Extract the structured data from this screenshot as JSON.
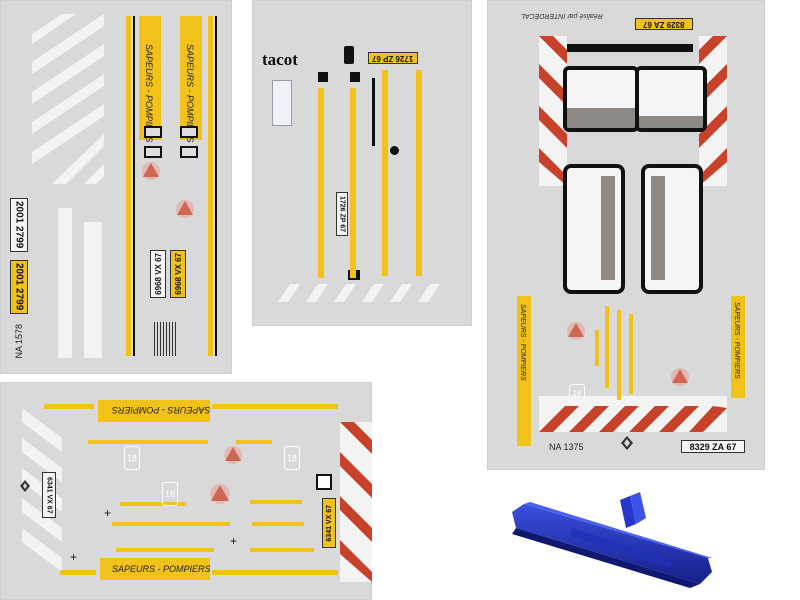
{
  "sheet_a": {
    "plate_top": "2001 2799",
    "plate_bottom": "2001 2799",
    "banner_left": "SAPEURS - POMPIERS",
    "banner_right": "SAPEURS - POMPIERS",
    "plate_vertical": "6968 VX 67",
    "catalog": "NA 1578"
  },
  "sheet_b": {
    "brand": "tacot",
    "plate_top": "1726 ZP 67",
    "plate_mid": "1726 ZP 67"
  },
  "sheet_c": {
    "header_text": "Réalisé par INTERDÉCAL",
    "plate_top": "8329 ZA 67",
    "plate_bottom": "8329 ZA 67",
    "side_text_left": "SAPEURS - POMPIERS",
    "side_text_right": "SAPEURS - POMPIERS",
    "catalog": "NA 1375"
  },
  "sheet_d": {
    "banner_top": "SAPEURS - POMPIERS",
    "banner_bottom": "SAPEURS - POMPIERS",
    "plate_left": "6341 VX 67",
    "plate_right": "6341 VX 67",
    "badge_18": "18"
  },
  "colors": {
    "yellow": "#f2c21b",
    "red": "#c8412b",
    "sheet": "#d9d9da",
    "blue_part": "#1d2fb5"
  }
}
